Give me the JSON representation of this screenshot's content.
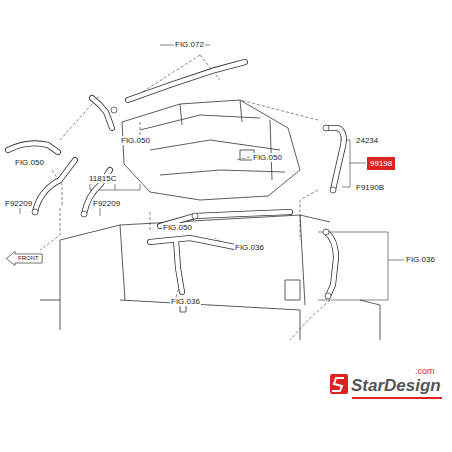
{
  "diagram": {
    "nodes": [
      {
        "text": [
          "99198"
        ]
      },
      {
        "text": [
          "FRONT"
        ]
      }
    ],
    "labels": [
      "FIG.050",
      "FIG.072",
      "FIG.050",
      "11815C",
      "F92209",
      "F92209",
      "FIG.050",
      "FIG.050",
      "FIG.036",
      "FIG.036",
      "FIG.036",
      "24234",
      "F9190B",
      "StarDesign",
      ".com"
    ]
  }
}
